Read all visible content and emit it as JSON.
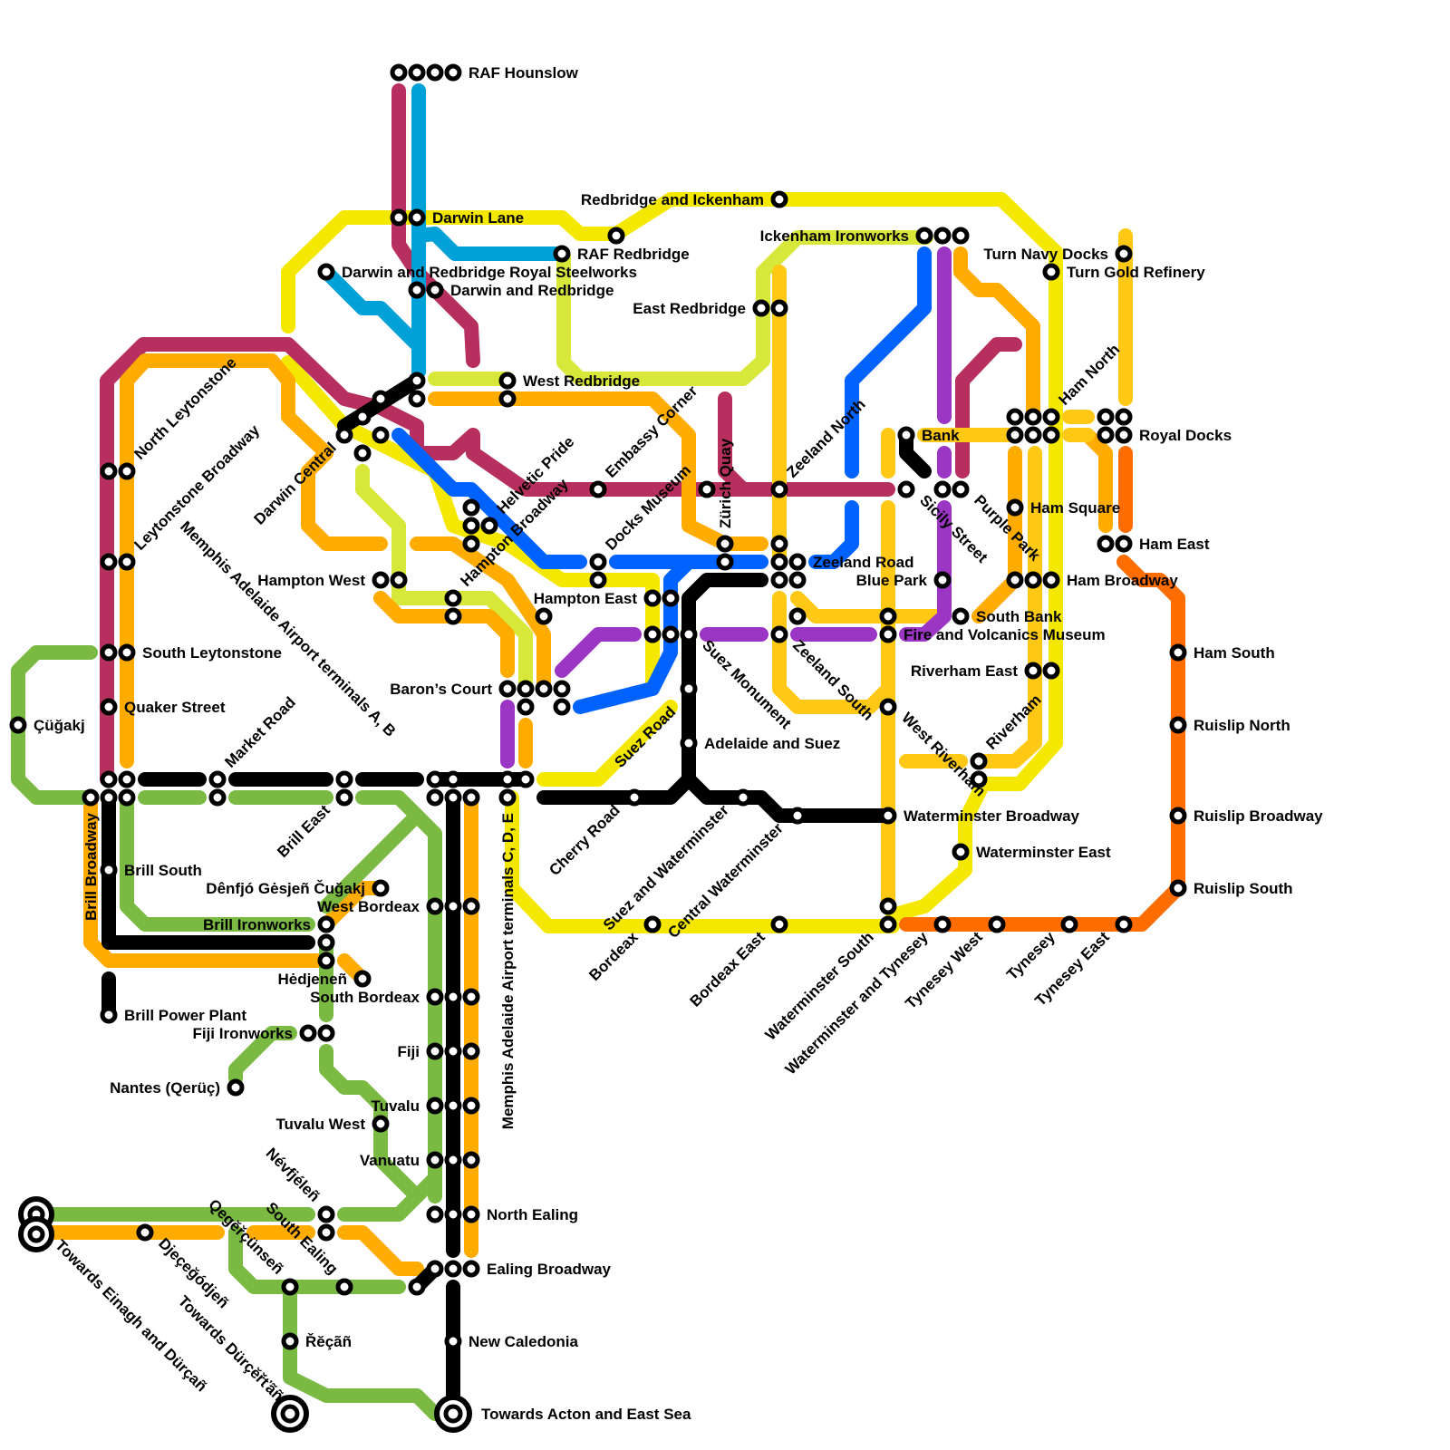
{
  "colors": {
    "maroon": "#b72f5e",
    "cyan": "#00a0d8",
    "yellow": "#f5e800",
    "lime": "#d8e83a",
    "orange": "#ffab00",
    "gold": "#ffc815",
    "blue": "#0062ff",
    "purple": "#9b35c4",
    "green": "#7ab942",
    "black": "#000000",
    "red_orange": "#ff6d00"
  },
  "stations": [
    {
      "id": "raf-hounslow",
      "label": "RAF Hounslow"
    },
    {
      "id": "darwin-lane",
      "label": "Darwin Lane"
    },
    {
      "id": "raf-redbridge",
      "label": "RAF Redbridge"
    },
    {
      "id": "darwin-redbridge-steelworks",
      "label": "Darwin and Redbridge Royal Steelworks"
    },
    {
      "id": "darwin-and-redbridge",
      "label": "Darwin and Redbridge"
    },
    {
      "id": "redbridge-ickenham",
      "label": "Redbridge and Ickenham"
    },
    {
      "id": "ickenham-ironworks",
      "label": "Ickenham Ironworks"
    },
    {
      "id": "turn-navy-docks",
      "label": "Turn Navy Docks"
    },
    {
      "id": "turn-gold-refinery",
      "label": "Turn Gold Refinery"
    },
    {
      "id": "east-redbridge",
      "label": "East Redbridge"
    },
    {
      "id": "west-redbridge",
      "label": "West Redbridge"
    },
    {
      "id": "north-leytonstone",
      "label": "North Leytonstone"
    },
    {
      "id": "leytonstone-broadway",
      "label": "Leytonstone Broadway"
    },
    {
      "id": "darwin-central",
      "label": "Darwin Central"
    },
    {
      "id": "embassy-corner",
      "label": "Embassy Corner"
    },
    {
      "id": "helvetic-pride",
      "label": "Helvetic Pride"
    },
    {
      "id": "hampton-broadway",
      "label": "Hampton Broadway"
    },
    {
      "id": "docks-museum",
      "label": "Docks Museum"
    },
    {
      "id": "zurich-quay",
      "label": "Zürich Quay"
    },
    {
      "id": "zeeland-north",
      "label": "Zeeland North"
    },
    {
      "id": "bank",
      "label": "Bank"
    },
    {
      "id": "ham-north",
      "label": "Ham North"
    },
    {
      "id": "royal-docks",
      "label": "Royal Docks"
    },
    {
      "id": "ham-square",
      "label": "Ham Square"
    },
    {
      "id": "sicily-street",
      "label": "Sicily Street"
    },
    {
      "id": "purple-park",
      "label": "Purple Park"
    },
    {
      "id": "ham-east",
      "label": "Ham East"
    },
    {
      "id": "zeeland-road",
      "label": "Zeeland Road"
    },
    {
      "id": "blue-park",
      "label": "Blue Park"
    },
    {
      "id": "ham-broadway",
      "label": "Ham Broadway"
    },
    {
      "id": "hampton-west",
      "label": "Hampton West"
    },
    {
      "id": "hampton-east",
      "label": "Hampton East"
    },
    {
      "id": "south-bank",
      "label": "South Bank"
    },
    {
      "id": "fire-volcanics",
      "label": "Fire and Volcanics Museum"
    },
    {
      "id": "south-leytonstone",
      "label": "South Leytonstone"
    },
    {
      "id": "memphis-ab",
      "label": "Memphis Adelaide Airport terminals A, B"
    },
    {
      "id": "ham-south",
      "label": "Ham South"
    },
    {
      "id": "riverham-east",
      "label": "Riverham East"
    },
    {
      "id": "barons-court",
      "label": "Baron’s Court"
    },
    {
      "id": "suez-monument",
      "label": "Suez Monument"
    },
    {
      "id": "zeeland-south",
      "label": "Zeeland South"
    },
    {
      "id": "cugakj",
      "label": "Çüğakj"
    },
    {
      "id": "quaker-street",
      "label": "Quaker Street"
    },
    {
      "id": "market-road",
      "label": "Market Road"
    },
    {
      "id": "west-riverham",
      "label": "West Riverham"
    },
    {
      "id": "ruislip-north",
      "label": "Ruislip North"
    },
    {
      "id": "suez-road",
      "label": "Suez Road"
    },
    {
      "id": "adelaide-suez",
      "label": "Adelaide and Suez"
    },
    {
      "id": "riverham",
      "label": "Riverham"
    },
    {
      "id": "brill-east",
      "label": "Brill East"
    },
    {
      "id": "cherry-road",
      "label": "Cherry Road"
    },
    {
      "id": "suez-waterminster",
      "label": "Suez and Waterminster"
    },
    {
      "id": "waterminster-broadway",
      "label": "Waterminster Broadway"
    },
    {
      "id": "ruislip-broadway",
      "label": "Ruislip Broadway"
    },
    {
      "id": "central-waterminster",
      "label": "Central Waterminster"
    },
    {
      "id": "brill-broadway",
      "label": "Brill Broadway"
    },
    {
      "id": "brill-south",
      "label": "Brill South"
    },
    {
      "id": "waterminster-east",
      "label": "Waterminster East"
    },
    {
      "id": "denfjo",
      "label": "Dênfjó Gėsjeñ Čuğakj"
    },
    {
      "id": "west-bordeax",
      "label": "West Bordeax"
    },
    {
      "id": "ruislip-south",
      "label": "Ruislip South"
    },
    {
      "id": "brill-ironworks",
      "label": "Brill Ironworks"
    },
    {
      "id": "bordeax",
      "label": "Bordeax"
    },
    {
      "id": "bordeax-east",
      "label": "Bordeax East"
    },
    {
      "id": "waterminster-south",
      "label": "Waterminster South"
    },
    {
      "id": "waterminster-tynesey",
      "label": "Waterminster and Tynesey"
    },
    {
      "id": "tynesey-west",
      "label": "Tynesey West"
    },
    {
      "id": "tynesey",
      "label": "Tynesey"
    },
    {
      "id": "tynesey-east",
      "label": "Tynesey East"
    },
    {
      "id": "hedjenen",
      "label": "Hėdjeneñ"
    },
    {
      "id": "south-bordeax",
      "label": "South Bordeax"
    },
    {
      "id": "memphis-cde",
      "label": "Memphis Adelaide Airport terminals C, D, E"
    },
    {
      "id": "brill-power-plant",
      "label": "Brill Power Plant"
    },
    {
      "id": "fiji-ironworks",
      "label": "Fiji Ironworks"
    },
    {
      "id": "fiji",
      "label": "Fiji"
    },
    {
      "id": "nantes",
      "label": "Nantes (Qerüç)"
    },
    {
      "id": "tuvalu",
      "label": "Tuvalu"
    },
    {
      "id": "tuvalu-west",
      "label": "Tuvalu West"
    },
    {
      "id": "vanuatu",
      "label": "Vanuatu"
    },
    {
      "id": "nevfjelen",
      "label": "Névfjéleñ"
    },
    {
      "id": "north-ealing",
      "label": "North Ealing"
    },
    {
      "id": "south-ealing",
      "label": "South Ealing"
    },
    {
      "id": "qeqercunsen",
      "label": "Qegĕřçünseñ"
    },
    {
      "id": "djecegodjen",
      "label": "Djeçeğódjeñ"
    },
    {
      "id": "ealing-broadway",
      "label": "Ealing Broadway"
    },
    {
      "id": "towards-durcertan",
      "label": "Towards Dürçĕřťãñ"
    },
    {
      "id": "recan",
      "label": "Řĕçãñ"
    },
    {
      "id": "new-caledonia",
      "label": "New Caledonia"
    },
    {
      "id": "towards-einagh",
      "label": "Towards Einagh and Dürçañ"
    },
    {
      "id": "towards-acton",
      "label": "Towards Acton and East Sea"
    }
  ]
}
